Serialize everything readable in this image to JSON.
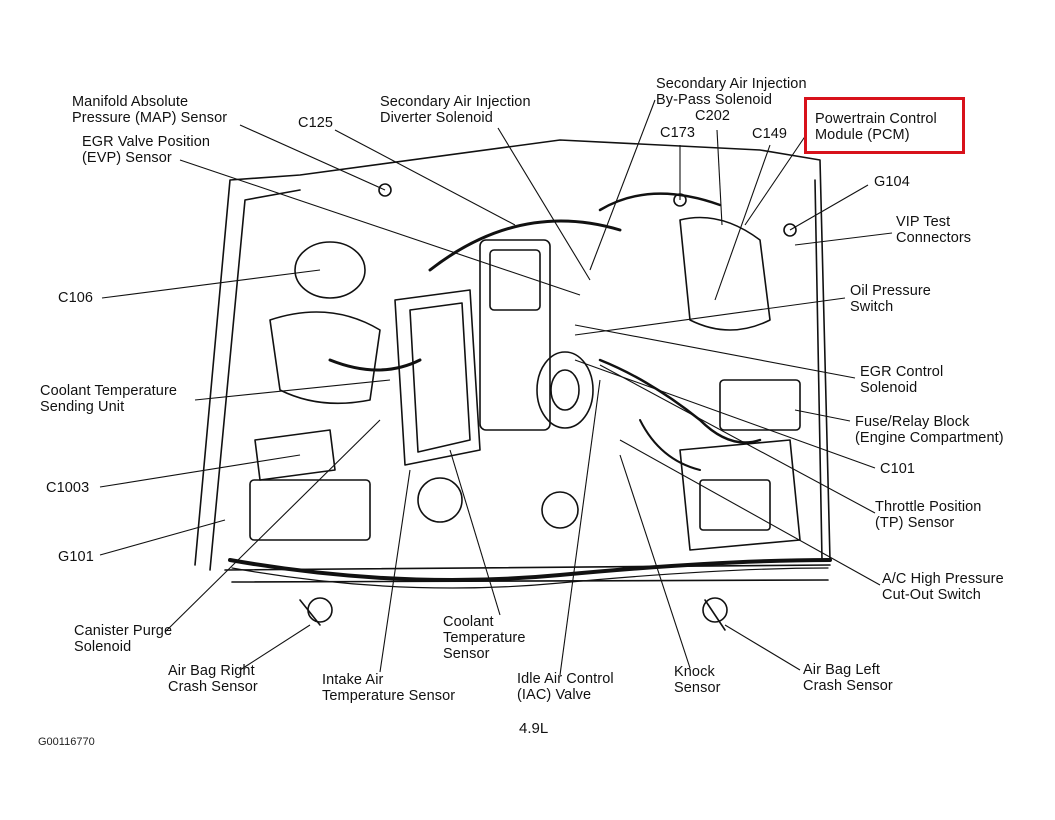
{
  "diagram": {
    "caption": "4.9L",
    "figure_code": "G00116770",
    "highlight_color": "#d8121b",
    "labels": {
      "map_sensor": [
        "Manifold Absolute",
        "Pressure (MAP) Sensor"
      ],
      "evp_sensor": [
        "EGR Valve Position",
        "(EVP) Sensor"
      ],
      "c125": [
        "C125"
      ],
      "sai_diverter": [
        "Secondary Air Injection",
        "Diverter Solenoid"
      ],
      "sai_bypass": [
        "Secondary Air Injection",
        "By-Pass Solenoid"
      ],
      "c202": [
        "C202"
      ],
      "c173": [
        "C173"
      ],
      "c149": [
        "C149"
      ],
      "pcm": [
        "Powertrain Control",
        "Module (PCM)"
      ],
      "g104": [
        "G104"
      ],
      "vip": [
        "VIP Test",
        "Connectors"
      ],
      "c106": [
        "C106"
      ],
      "oil_pressure": [
        "Oil Pressure",
        "Switch"
      ],
      "coolant_sending": [
        "Coolant Temperature",
        "Sending Unit"
      ],
      "egr_control": [
        "EGR Control",
        "Solenoid"
      ],
      "fuse_relay": [
        "Fuse/Relay Block",
        "(Engine Compartment)"
      ],
      "c1003": [
        "C1003"
      ],
      "c101": [
        "C101"
      ],
      "tp_sensor": [
        "Throttle Position",
        "(TP) Sensor"
      ],
      "g101": [
        "G101"
      ],
      "ac_switch": [
        "A/C High Pressure",
        "Cut-Out Switch"
      ],
      "canister": [
        "Canister Purge",
        "Solenoid"
      ],
      "coolant_sensor": [
        "Coolant",
        "Temperature",
        "Sensor"
      ],
      "airbag_right": [
        "Air Bag Right",
        "Crash Sensor"
      ],
      "iat_sensor": [
        "Intake Air",
        "Temperature Sensor"
      ],
      "iac_valve": [
        "Idle Air Control",
        "(IAC) Valve"
      ],
      "knock_sensor": [
        "Knock",
        "Sensor"
      ],
      "airbag_left": [
        "Air Bag Left",
        "Crash Sensor"
      ]
    }
  }
}
